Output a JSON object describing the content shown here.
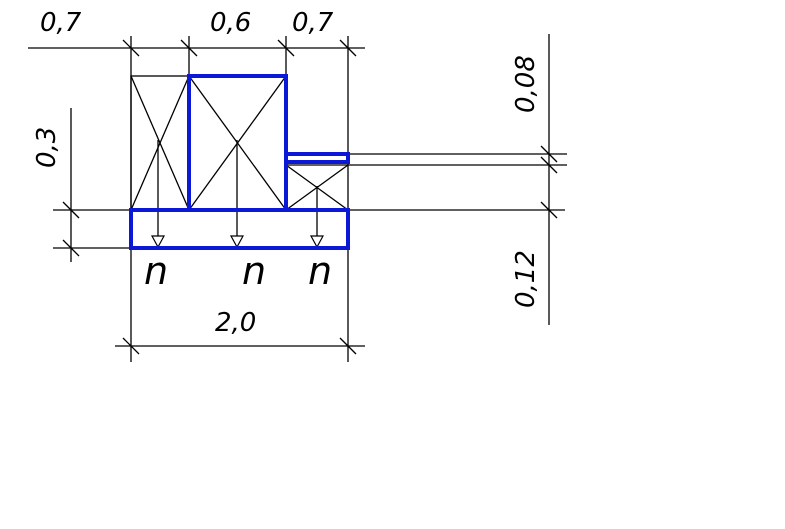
{
  "dimensions": {
    "top_left": "0,7",
    "top_middle": "0,6",
    "top_right": "0,7",
    "left_height": "0,3",
    "right_top": "0,08",
    "right_bottom": "0,12",
    "bottom_width": "2,0"
  },
  "loads": {
    "label_1": "n",
    "label_2": "n",
    "label_3": "n"
  },
  "colors": {
    "outline": "#0b18d6",
    "line": "#000000"
  }
}
